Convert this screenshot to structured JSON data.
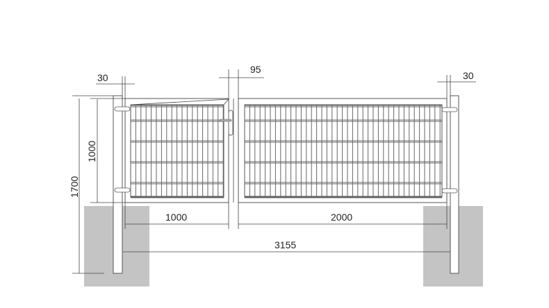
{
  "drawing": {
    "dimensions": {
      "post_left_width": "30",
      "gap_center": "95",
      "post_right_width": "30",
      "total_height": "1700",
      "gate_height": "1000",
      "left_leaf_width": "1000",
      "right_leaf_width": "2000",
      "total_width": "3155"
    },
    "colors": {
      "foundation": "#c4c4c4",
      "line": "#555555"
    }
  }
}
